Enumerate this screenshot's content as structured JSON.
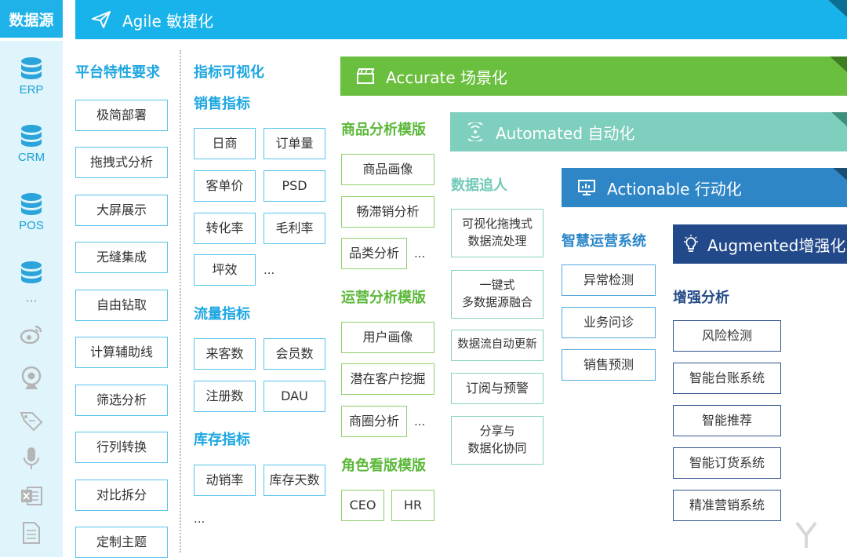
{
  "data_source": {
    "title": "数据源",
    "items": [
      {
        "label": "ERP",
        "icon": "database-icon"
      },
      {
        "label": "CRM",
        "icon": "database-icon"
      },
      {
        "label": "POS",
        "icon": "database-icon"
      },
      {
        "label": "",
        "icon": "database-icon"
      }
    ],
    "ellipsis": "···",
    "extra_icons": [
      "weibo-icon",
      "webcam-icon",
      "tag-icon",
      "microphone-icon",
      "excel-icon",
      "document-icon"
    ]
  },
  "ribbons": {
    "agile": "Agile 敏捷化",
    "accurate": "Accurate 场景化",
    "automated": "Automated 自动化",
    "actionable": "Actionable 行动化",
    "augmented": "Augmented增强化"
  },
  "platform": {
    "heading": "平台特性要求",
    "items": [
      "极简部署",
      "拖拽式分析",
      "大屏展示",
      "无缝集成",
      "自由钻取",
      "计算辅助线",
      "筛选分析",
      "行列转换",
      "对比拆分",
      "定制主题"
    ]
  },
  "indicators": {
    "heading": "指标可视化",
    "sales": {
      "heading": "销售指标",
      "items": [
        "日商",
        "订单量",
        "客单价",
        "PSD",
        "转化率",
        "毛利率",
        "坪效"
      ],
      "more": "..."
    },
    "traffic": {
      "heading": "流量指标",
      "items": [
        "来客数",
        "会员数",
        "注册数",
        "DAU"
      ]
    },
    "inventory": {
      "heading": "库存指标",
      "items": [
        "动销率",
        "库存天数"
      ],
      "more": "..."
    }
  },
  "accurate_section": {
    "goods": {
      "heading": "商品分析模版",
      "items": [
        "商品画像",
        "畅滞销分析",
        "品类分析"
      ],
      "more": "..."
    },
    "ops": {
      "heading": "运营分析模版",
      "items": [
        "用户画像",
        "潜在客户挖掘",
        "商圈分析"
      ],
      "more": "..."
    },
    "roles": {
      "heading": "角色看版模版",
      "items": [
        "CEO",
        "HR"
      ]
    }
  },
  "automated_section": {
    "heading": "数据追人",
    "items": [
      "可视化拖拽式\n数据流处理",
      "一键式\n多数据源融合",
      "数据流自动更新",
      "订阅与预警",
      "分享与\n数据化协同"
    ]
  },
  "actionable_section": {
    "heading": "智慧运营系统",
    "items": [
      "异常检测",
      "业务问诊",
      "销售预测"
    ]
  },
  "augmented_section": {
    "heading": "增强分析",
    "items": [
      "风险检测",
      "智能台账系统",
      "智能推荐",
      "智能订货系统",
      "精准营销系统"
    ]
  },
  "colors": {
    "agile": "#17b3ea",
    "accurate": "#6bbf3f",
    "automated": "#7ecfbd",
    "actionable": "#2f86c6",
    "augmented": "#22498a"
  }
}
